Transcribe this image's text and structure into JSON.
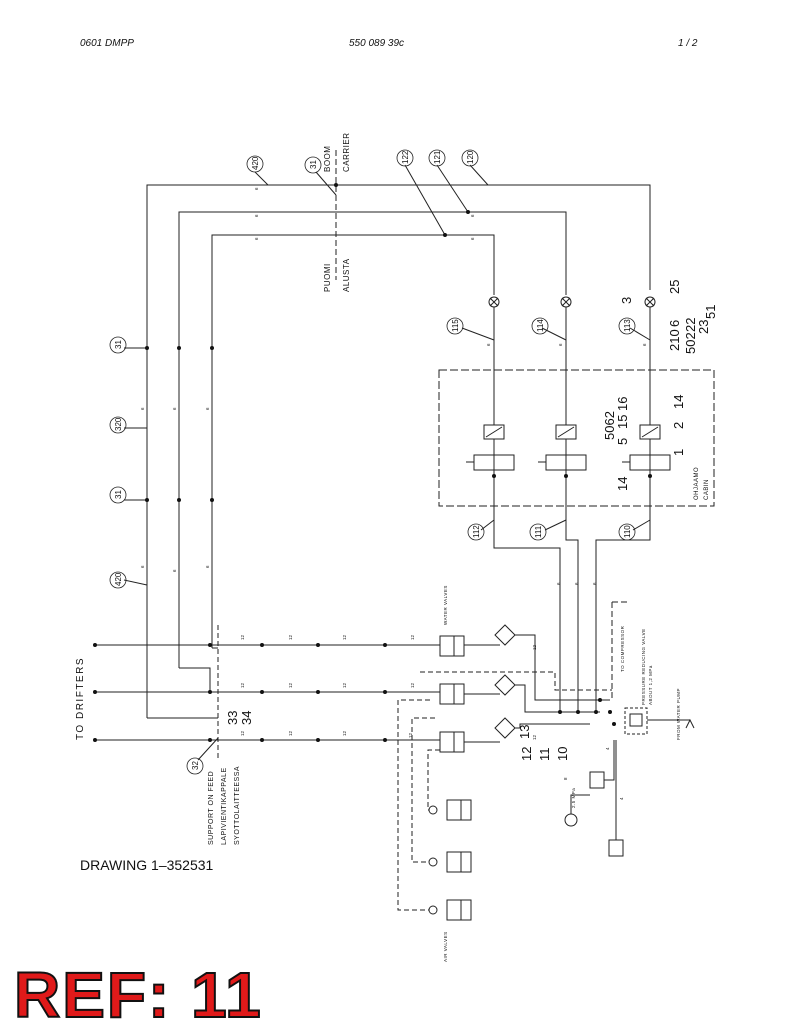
{
  "header": {
    "left": "0601 DMPP",
    "center": "550 089 39c",
    "right": "1 /  2"
  },
  "labels": {
    "boom": "BOOM",
    "carrier": "CARRIER",
    "puomi": "PUOMI",
    "alusta": "ALUSTA",
    "ohjaamo": "OHJAAMO",
    "cabin": "CABIN",
    "to_drifters": "TO DRIFTERS",
    "support_on_feed": "SUPPORT ON FEED",
    "lapiviento": "LAPIVIENTIKAPPALE",
    "syottolaitteessa": "SYOTTOLAITTEESSA",
    "water_valves": "WATER VALVES",
    "air_valves": "AIR VALVES",
    "to_compressor": "TO COMPRESSOR",
    "pressure_reducing": "PRESSURE REDUCING VALVE",
    "about_pressure": "ABOUT 1,2 MPa",
    "from_water_pump": "FROM WATER PUMP",
    "mpa": "2.5 MPa"
  },
  "item_numbers": {
    "n420a": "420",
    "n31a": "31",
    "n122": "122",
    "n121": "121",
    "n120": "120",
    "n31b": "31",
    "n320": "320",
    "n31c": "31",
    "n420b": "420",
    "n115": "115",
    "n114": "114",
    "n113": "113",
    "n3": "3",
    "n25": "25",
    "n6": "6",
    "n210": "210",
    "n22": "22",
    "n502": "502",
    "n23": "23",
    "n51": "51",
    "n5062": "5062",
    "n16": "16",
    "n15": "15",
    "n5": "5",
    "n14a": "14",
    "n2": "2",
    "n14b": "14",
    "n1": "1",
    "n112": "112",
    "n111": "111",
    "n110": "110",
    "n33": "33",
    "n34": "34",
    "n32": "32",
    "n13": "13",
    "n12": "12",
    "n11": "11",
    "n10": "10"
  },
  "line_sizes": {
    "s6": "6",
    "s12": "12",
    "s8": "8",
    "s4": "4"
  },
  "drawing_number": "DRAWING 1–352531",
  "ref_badge": "REF: 11"
}
